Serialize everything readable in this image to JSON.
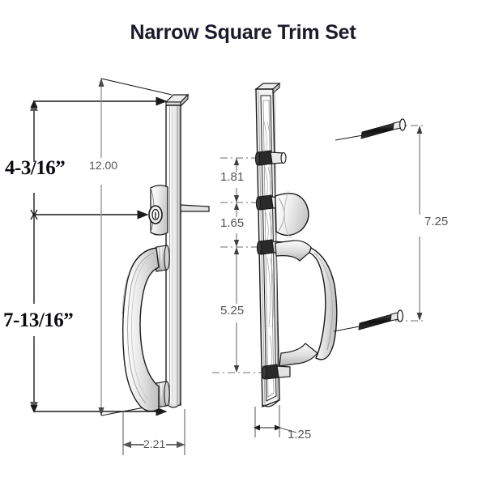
{
  "title": "Narrow Square Trim Set",
  "dimensions": {
    "overall_height_in": "4-3/16”",
    "handle_height_in": "7-13/16”",
    "plate_length": "12.00",
    "plate_width_left": "2.21",
    "plate_width_right": "1.25",
    "spacing_top": "1.81",
    "spacing_mid": "1.65",
    "spacing_bottom": "5.25",
    "screw_spacing": "7.25"
  },
  "labels": {
    "left_upper": "4-3/16”",
    "left_lower": "7-13/16”",
    "left_plate_length": "12.00",
    "left_plate_width": "2.21",
    "right_plate_width": "1.25",
    "chain_1": "1.81",
    "chain_2": "1.65",
    "chain_3": "5.25",
    "right_overall": "7.25"
  },
  "colors": {
    "line": "#1a1a1a",
    "dim_line": "#6e6e72",
    "dim_text": "#555558",
    "bold_text": "#0b0b11",
    "title_text": "#1b1b2b",
    "background": "#ffffff",
    "shade_light": "#f2f2f2",
    "shade_mid": "#d8d8d8",
    "shade_dark": "#9a9a9a"
  },
  "parts": {
    "interior_plate": "interior-escutcheon-plate",
    "interior_thumbturn": "interior-key-cylinder",
    "interior_pull_handle": "interior-pull-handle",
    "exterior_plate": "exterior-escutcheon-plate",
    "exterior_thumbturn": "exterior-thumbturn-knob",
    "exterior_pull_handle": "exterior-pull-handle",
    "screw_top": "mounting-screw-top",
    "screw_bottom": "mounting-screw-bottom"
  }
}
